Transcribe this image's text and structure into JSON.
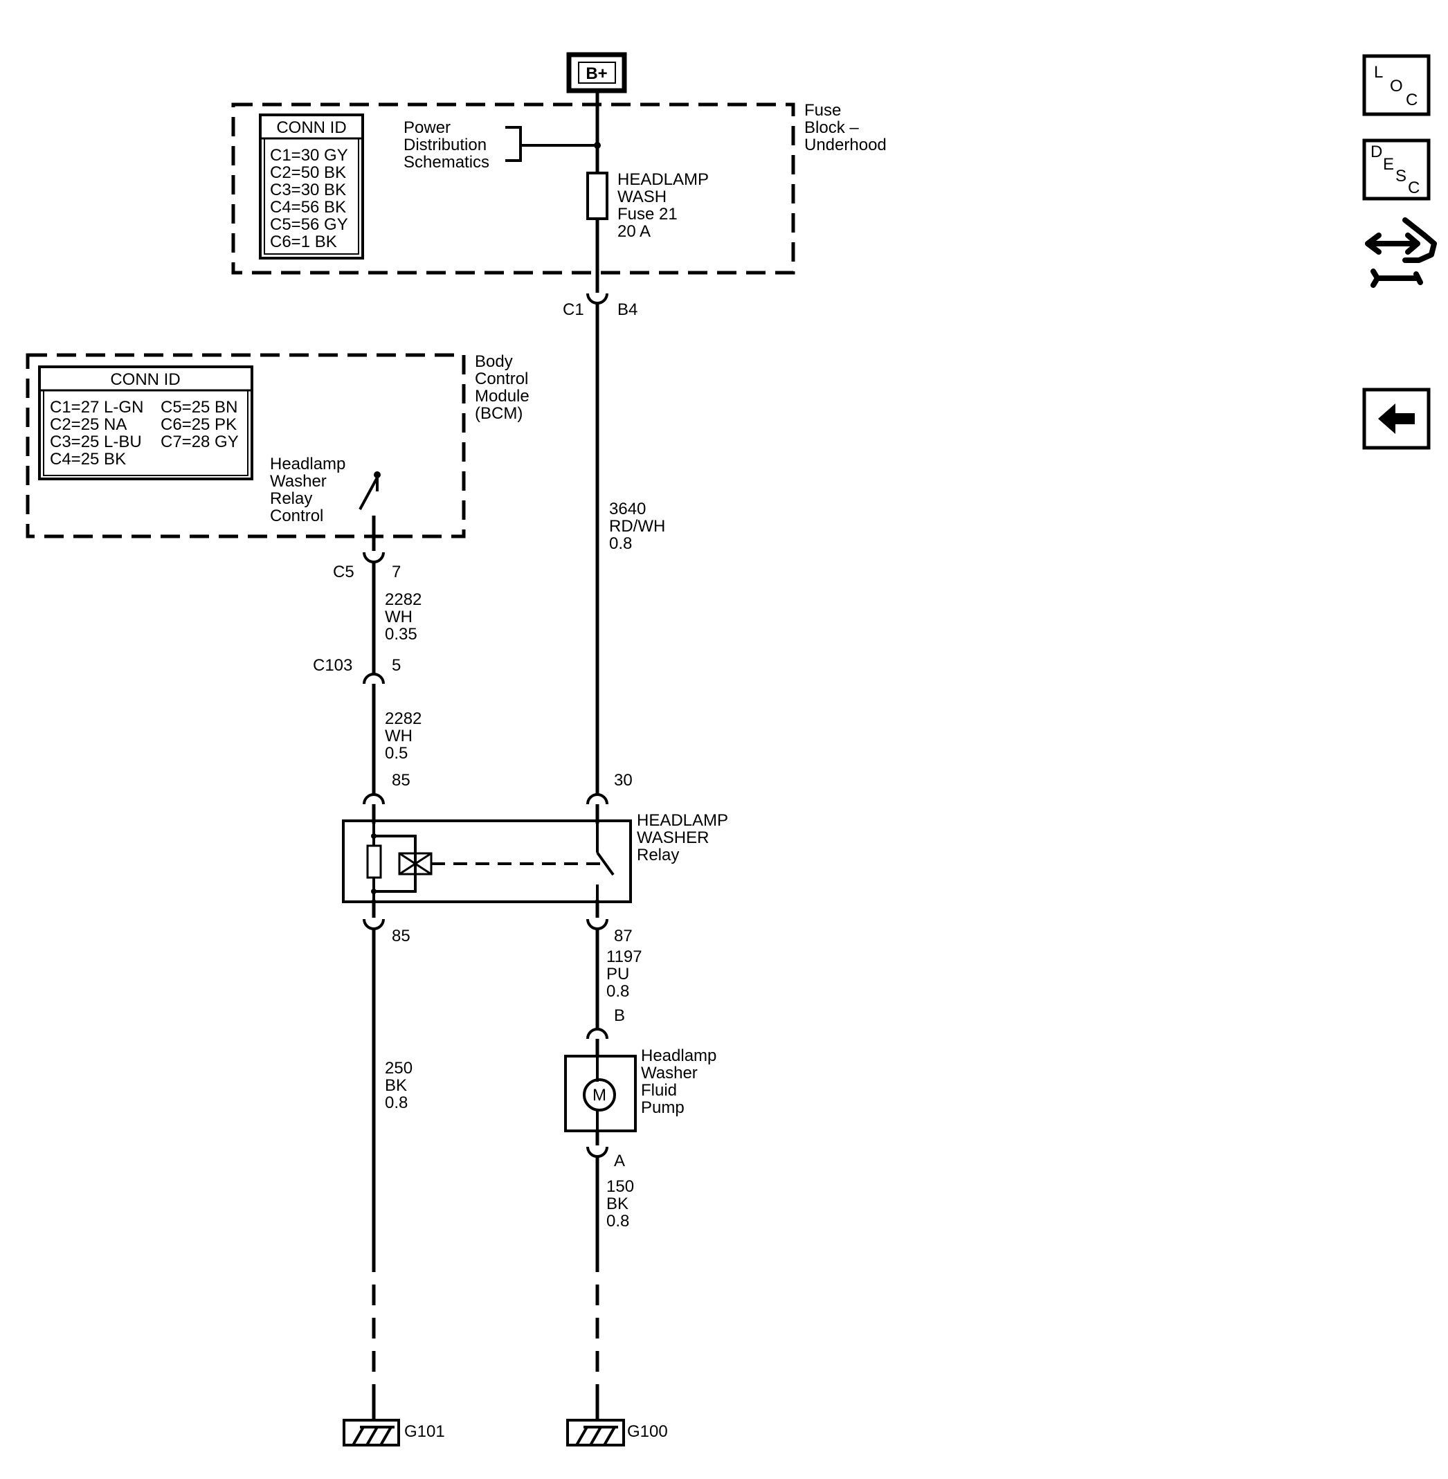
{
  "power_source": "B+",
  "fuse_block": {
    "title": [
      "Fuse",
      "Block –",
      "Underhood"
    ],
    "conn_header": "CONN ID",
    "conn_entries": [
      "C1=30 GY",
      "C2=50 BK",
      "C3=30 BK",
      "C4=56 BK",
      "C5=56 GY",
      "C6=1 BK"
    ],
    "power_dist": [
      "Power",
      "Distribution",
      "Schematics"
    ],
    "fuse_label": [
      "HEADLAMP",
      "WASH",
      "Fuse 21",
      "20 A"
    ],
    "connector": "C1",
    "pin": "B4"
  },
  "bcm": {
    "title": [
      "Body",
      "Control",
      "Module",
      "(BCM)"
    ],
    "conn_header": "CONN ID",
    "conn_left": [
      "C1=27 L-GN",
      "C2=25 NA",
      "C3=25 L-BU",
      "C4=25 BK"
    ],
    "conn_right": [
      "C5=25 BN",
      "C6=25 PK",
      "C7=28 GY"
    ],
    "switch_label": [
      "Headlamp",
      "Washer",
      "Relay",
      "Control"
    ],
    "connector": "C5",
    "pin": "7"
  },
  "wires": {
    "fuse_to_relay": [
      "3640",
      "RD/WH",
      "0.8"
    ],
    "bcm_to_c103": [
      "2282",
      "WH",
      "0.35"
    ],
    "c103_to_relay": [
      "2282",
      "WH",
      "0.5"
    ],
    "relay_to_ground": [
      "250",
      "BK",
      "0.8"
    ],
    "relay_to_pump": [
      "1197",
      "PU",
      "0.8"
    ],
    "pump_to_ground": [
      "150",
      "BK",
      "0.8"
    ]
  },
  "c103": {
    "connector": "C103",
    "pin": "5"
  },
  "relay": {
    "label": [
      "HEADLAMP",
      "WASHER",
      "Relay"
    ],
    "pin_coil_in": "85",
    "pin_switch_in": "30",
    "pin_coil_out": "85",
    "pin_switch_out": "87"
  },
  "pump": {
    "label": [
      "Headlamp",
      "Washer",
      "Fluid",
      "Pump"
    ],
    "motor_symbol": "M",
    "pin_in": "B",
    "pin_out": "A"
  },
  "grounds": {
    "left": "G101",
    "right": "G100"
  },
  "nav": {
    "loc": [
      "L",
      "O",
      "C"
    ],
    "desc": [
      "D",
      "E",
      "S",
      "C"
    ]
  }
}
